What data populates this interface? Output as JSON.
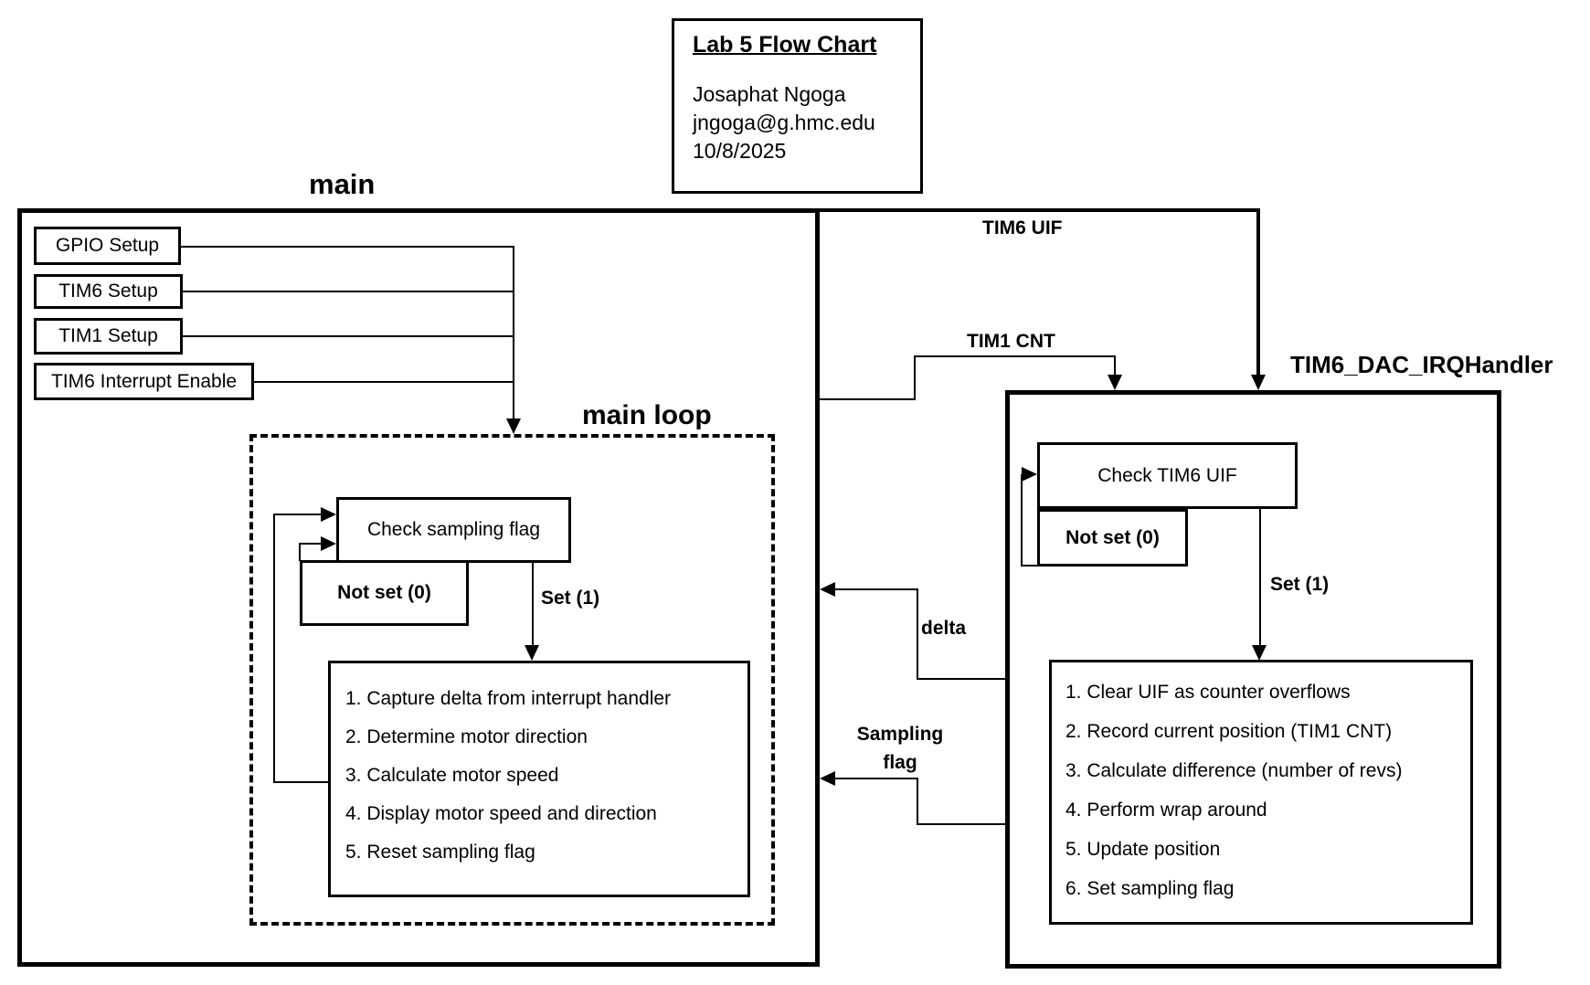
{
  "colors": {
    "line": "#000000",
    "background": "#ffffff",
    "text": "#000000"
  },
  "title_block": {
    "title": "Lab 5 Flow Chart",
    "author": "Josaphat Ngoga",
    "email": "jngoga@g.hmc.edu",
    "date": "10/8/2025"
  },
  "main": {
    "label": "main",
    "setup_steps": [
      "GPIO Setup",
      "TIM6 Setup",
      "TIM1 Setup",
      "TIM6 Interrupt Enable"
    ],
    "loop": {
      "label": "main loop",
      "check": "Check sampling flag",
      "not_set": "Not set (0)",
      "set": "Set (1)",
      "steps": [
        "1. Capture delta from interrupt handler",
        "2. Determine motor direction",
        "3. Calculate motor speed",
        "4. Display motor speed and direction",
        "5. Reset sampling flag"
      ]
    }
  },
  "irq": {
    "label": "TIM6_DAC_IRQHandler",
    "check": "Check TIM6 UIF",
    "not_set": "Not set (0)",
    "set": "Set (1)",
    "steps": [
      "1. Clear UIF as counter overflows",
      "2. Record current position (TIM1 CNT)",
      "3. Calculate difference (number of revs)",
      "4. Perform wrap around",
      "5. Update position",
      "6. Set sampling flag"
    ]
  },
  "signals": {
    "tim6_uif": "TIM6 UIF",
    "tim1_cnt": "TIM1 CNT",
    "delta": "delta",
    "sampling_line1": "Sampling",
    "sampling_line2": "flag"
  }
}
